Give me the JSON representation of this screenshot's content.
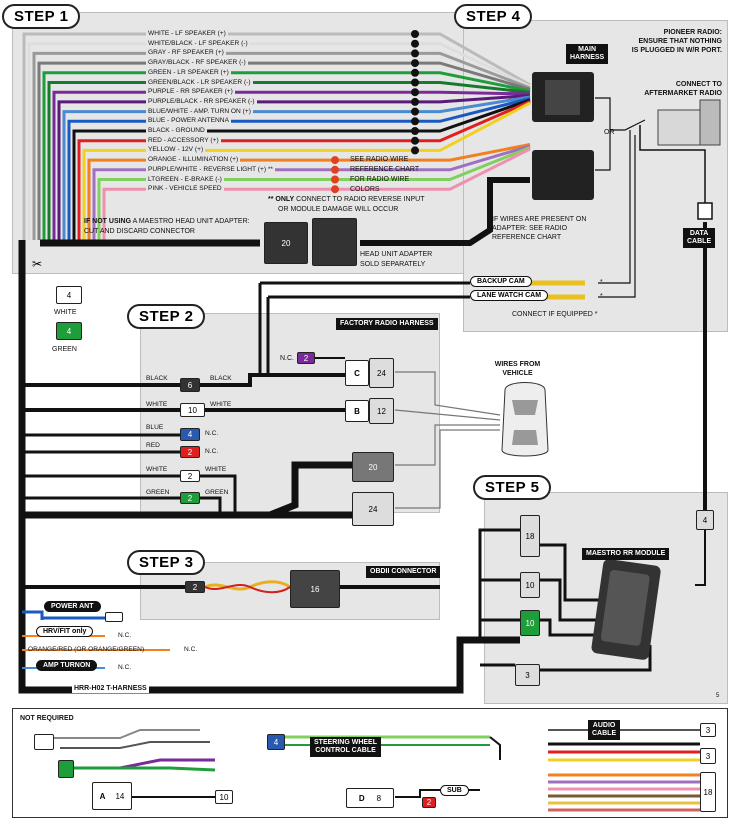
{
  "steps": {
    "s1": "STEP 1",
    "s2": "STEP 2",
    "s3": "STEP 3",
    "s4": "STEP 4",
    "s5": "STEP 5"
  },
  "step1": {
    "wires": [
      {
        "label": "WHITE - LF SPEAKER (+)",
        "color": "#ffffff"
      },
      {
        "label": "WHITE/BLACK - LF SPEAKER (-)",
        "color": "#dddddd"
      },
      {
        "label": "GRAY - RF SPEAKER (+)",
        "color": "#9a9a9a"
      },
      {
        "label": "GRAY/BLACK - RF SPEAKER (-)",
        "color": "#7a7a7a"
      },
      {
        "label": "GREEN - LR SPEAKER (+)",
        "color": "#1e9e3a"
      },
      {
        "label": "GREEN/BLACK - LR SPEAKER (-)",
        "color": "#167a2c"
      },
      {
        "label": "PURPLE - RR SPEAKER (+)",
        "color": "#7a2a9a"
      },
      {
        "label": "PURPLE/BLACK - RR SPEAKER (-)",
        "color": "#5a1a7a"
      },
      {
        "label": "BLUE/WHITE - AMP. TURN ON (+)",
        "color": "#4a8ad0"
      },
      {
        "label": "BLUE - POWER ANTENNA",
        "color": "#1a5ac0"
      },
      {
        "label": "BLACK - GROUND",
        "color": "#111111"
      },
      {
        "label": "RED - ACCESSORY (+)",
        "color": "#e02020"
      },
      {
        "label": "YELLOW - 12V (+)",
        "color": "#f0d020"
      },
      {
        "label": "ORANGE - ILLUMINATION (+)",
        "color": "#f08020"
      },
      {
        "label": "PURPLE/WHITE - REVERSE LIGHT (+) **",
        "color": "#a070c0"
      },
      {
        "label": "LTGREEN - E-BRAKE (-)",
        "color": "#80d060"
      },
      {
        "label": "PINK - VEHICLE SPEED",
        "color": "#f090b0"
      }
    ],
    "see_radio": [
      "SEE RADIO WIRE",
      "REFERENCE CHART",
      "FOR RADIO WIRE",
      "COLORS"
    ],
    "note_only_prefix": "** ONLY",
    "note_only_rest": "CONNECT TO RADIO REVERSE INPUT",
    "note_only_line2": "OR MODULE DAMAGE WILL OCCUR",
    "if_not_prefix": "IF NOT USING",
    "if_not_rest": "A MAESTRO HEAD UNIT ADAPTER:",
    "if_not_line2": "CUT AND DISCARD CONNECTOR",
    "conn_20": "20",
    "head_unit_1": "HEAD UNIT ADAPTER",
    "head_unit_2": "SOLD SEPARATELY"
  },
  "step4": {
    "main_harness": [
      "MAIN",
      "HARNESS"
    ],
    "pioneer": [
      "PIONEER RADIO:",
      "ENSURE THAT NOTHING",
      "IS PLUGGED IN W/R PORT."
    ],
    "connect_to": [
      "CONNECT TO",
      "AFTERMARKET RADIO"
    ],
    "or": "OR",
    "if_wires": [
      "IF WIRES ARE PRESENT ON",
      "ADAPTER: SEE RADIO",
      "REFERENCE CHART"
    ],
    "backup_cam": "BACKUP CAM",
    "lane_watch": "LANE WATCH CAM",
    "star": "*",
    "connect_if": "CONNECT IF EQUIPPED *",
    "data_cable": [
      "DATA",
      "CABLE"
    ]
  },
  "left": {
    "conn_4a": "4",
    "white": "WHITE",
    "conn_4b": "4",
    "green": "GREEN"
  },
  "step2": {
    "factory": "FACTORY RADIO HARNESS",
    "nc_top": "N.C.",
    "conn_2_purple": "2",
    "conn_c_letter": "C",
    "conn_c_num": "24",
    "conn_b_letter": "B",
    "conn_b_num": "12",
    "black_l": "BLACK",
    "black_r": "BLACK",
    "conn_6": "6",
    "white_l": "WHITE",
    "white_r": "WHITE",
    "conn_10": "10",
    "blue": "BLUE",
    "conn_4_blue": "4",
    "nc_blue": "N.C.",
    "red": "RED",
    "conn_2_red": "2",
    "nc_red": "N.C.",
    "white2_l": "WHITE",
    "white2_r": "WHITE",
    "conn_2_white": "2",
    "green_l": "GREEN",
    "green_r": "GREEN",
    "conn_2_green": "2",
    "conn_20": "20",
    "conn_24": "24",
    "wires_from": [
      "WIRES FROM",
      "VEHICLE"
    ]
  },
  "step3": {
    "obdii": "OBDII CONNECTOR",
    "conn_2": "2",
    "conn_16": "16"
  },
  "bottom_left": {
    "power_ant": "POWER ANT",
    "hrv": "HRV/FIT only",
    "nc1": "N.C.",
    "orange_red": "ORANGE/RED (OR ORANGE/GREEN)",
    "nc2": "N.C.",
    "amp_turnon": "AMP TURNON",
    "nc3": "N.C.",
    "t_harness": "HRR-H02 T-HARNESS"
  },
  "step5": {
    "module": "MAESTRO RR MODULE",
    "c18": "18",
    "c10a": "10",
    "c10b": "10",
    "c3": "3",
    "c4": "4",
    "page": "5"
  },
  "not_required": {
    "title": "NOT REQUIRED",
    "steering": [
      "STEERING WHEEL",
      "CONTROL CABLE"
    ],
    "conn_4": "4",
    "audio": [
      "AUDIO",
      "CABLE"
    ],
    "conn_3a": "3",
    "conn_3b": "3",
    "conn_18": "18",
    "conn_a": "A",
    "conn_14": "14",
    "conn_10": "10",
    "conn_d": "D",
    "conn_8": "8",
    "conn_2": "2",
    "sub": "SUB"
  }
}
